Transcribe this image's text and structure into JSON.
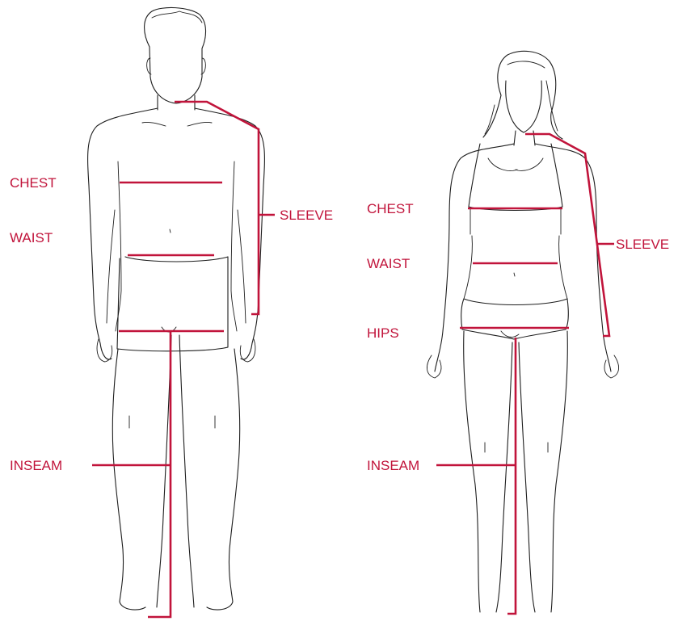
{
  "colors": {
    "accent": "#c1143b",
    "outline": "#1e1e1e",
    "background": "#ffffff"
  },
  "male": {
    "labels": {
      "chest": "CHEST",
      "waist": "WAIST",
      "sleeve": "SLEEVE",
      "inseam": "INSEAM"
    }
  },
  "female": {
    "labels": {
      "chest": "CHEST",
      "waist": "WAIST",
      "hips": "HIPS",
      "sleeve": "SLEEVE",
      "inseam": "INSEAM"
    }
  }
}
